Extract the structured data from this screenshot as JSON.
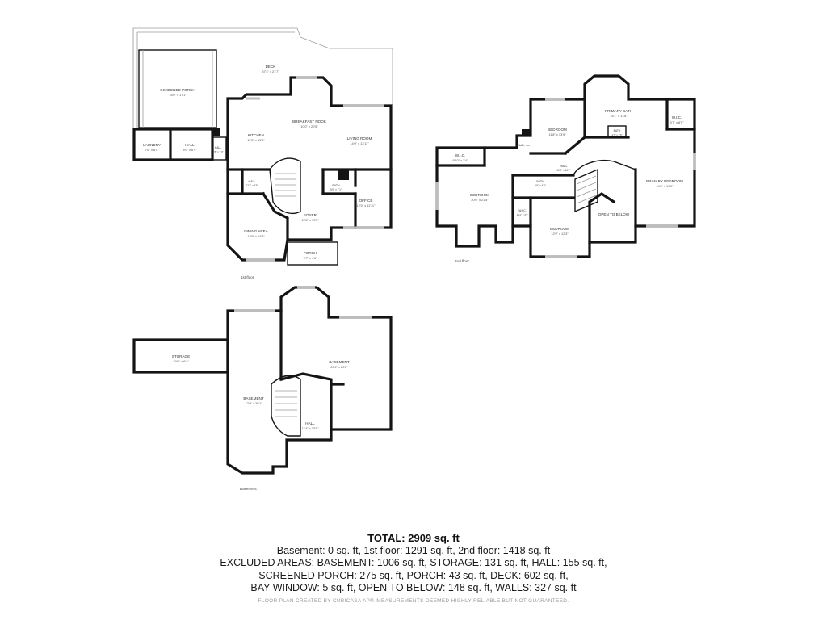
{
  "floors": [
    {
      "label": "1st floor",
      "rooms": [
        {
          "name": "DECK",
          "dims": "57'4\" x 21'7\""
        },
        {
          "name": "SCREENED PORCH",
          "dims": "16'0\" x 17'1\""
        },
        {
          "name": "KITCHEN",
          "dims": "12'2\" x 15'6\""
        },
        {
          "name": "BREAKFAST NOOK",
          "dims": "10'0\" x 20'5\""
        },
        {
          "name": "LIVING ROOM",
          "dims": "14'0\" x 13'11\""
        },
        {
          "name": "LAUNDRY",
          "dims": "7'6\" x 6'4\""
        },
        {
          "name": "HALL",
          "dims": "8'9\" x 6'4\""
        },
        {
          "name": "HALL",
          "dims": "3'8\" x 7'0\""
        },
        {
          "name": "HALL",
          "dims": "7'11\" x 3'5\""
        },
        {
          "name": "BATH",
          "dims": "5'0\" x 7'1\""
        },
        {
          "name": "OFFICE",
          "dims": "12'0\" x 11'11\""
        },
        {
          "name": "FOYER",
          "dims": "10'5\" x 15'5\""
        },
        {
          "name": "DINING AREA",
          "dims": "12'9\" x 14'4\""
        },
        {
          "name": "PORCH",
          "dims": "9'7\" x 4'6\""
        }
      ]
    },
    {
      "label": "2nd floor",
      "rooms": [
        {
          "name": "BEDROOM",
          "dims": "11'8\" x 13'9\""
        },
        {
          "name": "PRIMARY BATH",
          "dims": "18'1\" x 13'8\""
        },
        {
          "name": "W.I.C.",
          "dims": "5'7\" x 8'5\""
        },
        {
          "name": "BATH",
          "dims": "4'7\" x 3'8\""
        },
        {
          "name": "W.I.C.",
          "dims": "9'10\" x 3'4\""
        },
        {
          "name": "W.I.C.",
          "dims": "2'10\" x 7'10\""
        },
        {
          "name": "HALL",
          "dims": "10'0\" x 16'1\""
        },
        {
          "name": "BEDROOM",
          "dims": "20'6\" x 21'5\""
        },
        {
          "name": "BATH",
          "dims": "9'6\" x 4'9\""
        },
        {
          "name": "W.I.C.",
          "dims": "2'11\" x 3'3\""
        },
        {
          "name": "BEDROOM",
          "dims": "12'9\" x 12'3\""
        },
        {
          "name": "OPEN TO BELOW",
          "dims": ""
        },
        {
          "name": "PRIMARY BEDROOM",
          "dims": "14'6\" x 19'0\""
        }
      ]
    },
    {
      "label": "Basement",
      "rooms": [
        {
          "name": "STORAGE",
          "dims": "20'6\" x 6'4\""
        },
        {
          "name": "BASEMENT",
          "dims": "20'4\" x 20'2\""
        },
        {
          "name": "BASEMENT",
          "dims": "12'9\" x 36'1\""
        },
        {
          "name": "HALL",
          "dims": "11'4\" x 15'5\""
        }
      ]
    }
  ],
  "summary": {
    "total": "TOTAL: 2909 sq. ft",
    "lines": [
      "Basement: 0 sq. ft, 1st floor: 1291 sq. ft, 2nd floor: 1418 sq. ft",
      "EXCLUDED AREAS: BASEMENT: 1006 sq. ft, STORAGE: 131 sq. ft, HALL: 155 sq. ft,",
      "SCREENED PORCH: 275 sq. ft, PORCH: 43 sq. ft, DECK: 602 sq. ft,",
      "BAY WINDOW: 5 sq. ft, OPEN TO BELOW: 148 sq. ft, WALLS: 327 sq. ft"
    ],
    "credit": "FLOOR PLAN CREATED BY CUBICASA APP. MEASUREMENTS DEEMED HIGHLY RELIABLE BUT NOT GUARANTEED."
  }
}
